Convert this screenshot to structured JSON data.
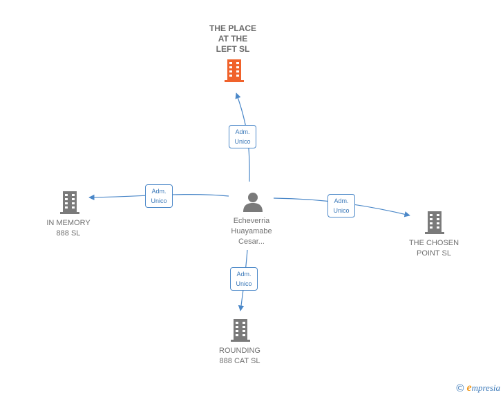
{
  "nodes": {
    "center": {
      "lines": [
        "Echeverria",
        "Huayamabe",
        "Cesar..."
      ],
      "icon": "person-icon"
    },
    "top": {
      "lines": [
        "THE PLACE",
        "AT THE",
        "LEFT  SL"
      ],
      "icon": "building-icon",
      "color": "#f0622b"
    },
    "left": {
      "lines": [
        "IN MEMORY",
        "888  SL"
      ],
      "icon": "building-icon",
      "color": "#7a7a7a"
    },
    "right": {
      "lines": [
        "THE CHOSEN",
        "POINT  SL"
      ],
      "icon": "building-icon",
      "color": "#7a7a7a"
    },
    "bottom": {
      "lines": [
        "ROUNDING",
        "888 CAT  SL"
      ],
      "icon": "building-icon",
      "color": "#7a7a7a"
    }
  },
  "edges": {
    "top": {
      "line1": "Adm.",
      "line2": "Unico"
    },
    "left": {
      "line1": "Adm.",
      "line2": "Unico"
    },
    "right": {
      "line1": "Adm.",
      "line2": "Unico"
    },
    "bottom": {
      "line1": "Adm.",
      "line2": "Unico"
    }
  },
  "colors": {
    "edge": "#4a87c8",
    "main": "#f0622b",
    "node": "#7a7a7a"
  },
  "footer": {
    "copyright": "©",
    "brand_initial": "e",
    "brand_rest": "mpresia"
  }
}
